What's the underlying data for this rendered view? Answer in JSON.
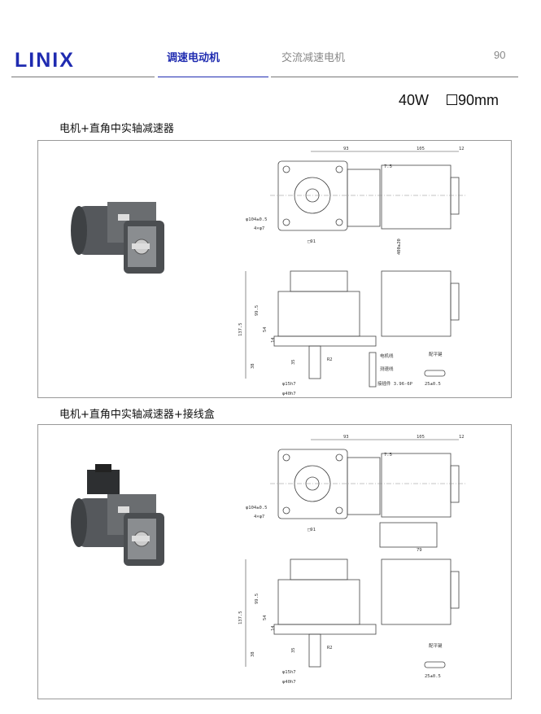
{
  "header": {
    "logo_text": "LINIX",
    "tabs": [
      {
        "label": "调速电动机",
        "active": true
      },
      {
        "label": "交流减速电机",
        "active": false
      }
    ],
    "page_number": "90",
    "accent_color": "#1f2bb0"
  },
  "spec": {
    "power": "40W",
    "frame_size": "90mm"
  },
  "sections": [
    {
      "title": "电机+直角中实轴减速器",
      "dims": {
        "d93": "93",
        "d105": "105",
        "d12": "12",
        "d7_5": "7.5",
        "phi104": "φ104±0.5",
        "holes": "4×φ7",
        "dp": "□91",
        "d137": "137.5",
        "d99": "99.5",
        "d54": "54",
        "d14": "14",
        "d38": "38",
        "d35": "35",
        "shaft15": "φ15h7",
        "shaft40": "φ40h7",
        "r2": "R2",
        "lead": "400±20",
        "d79": ""
      },
      "connector": {
        "motor_line": "电机线",
        "speed_line": "测速线",
        "connector": "接插件 3.96-6P",
        "key": "配平键",
        "key_len": "25±0.5"
      }
    },
    {
      "title": "电机+直角中实轴减速器+接线盒",
      "dims": {
        "d93": "93",
        "d105": "105",
        "d12": "12",
        "d7_5": "7.5",
        "phi104": "φ104±0.5",
        "holes": "4×φ7",
        "dp": "□91",
        "d137": "137.5",
        "d99": "99.5",
        "d54": "54",
        "d14": "14",
        "d38": "38",
        "d35": "35",
        "shaft15": "φ15h7",
        "shaft40": "φ40h7",
        "r2": "R2",
        "lead": "",
        "d79": "79"
      },
      "connector": {
        "motor_line": "",
        "speed_line": "",
        "connector": "",
        "key": "配平键",
        "key_len": "25±0.5"
      }
    }
  ]
}
